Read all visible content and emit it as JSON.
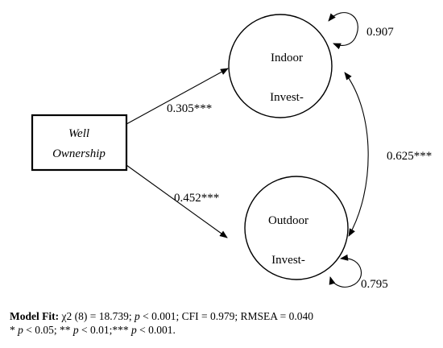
{
  "diagram": {
    "observed": {
      "line1": "Well",
      "line2": "Ownership"
    },
    "latent_top": {
      "line1": "Indoor",
      "line2": "Invest-"
    },
    "latent_bottom": {
      "line1": "Outdoor",
      "line2": "Invest-"
    },
    "path_top": "0.305***",
    "path_bottom": "0.452***",
    "covariance": "0.625***",
    "residual_top": "0.907",
    "residual_bottom": "0.795"
  },
  "footer": {
    "fit_label": "Model Fit:",
    "chi": " χ2 (8) = 18.739; ",
    "p_symbol": "p",
    "p_value": " < 0.001; CFI = 0.979; RMSEA = 0.040",
    "sig_05_prefix": "* ",
    "sig_05": " < 0.05;  ",
    "sig_01_prefix": "** ",
    "sig_01": " < 0.01;",
    "sig_001_prefix": "*** ",
    "sig_001": " < 0.001."
  }
}
